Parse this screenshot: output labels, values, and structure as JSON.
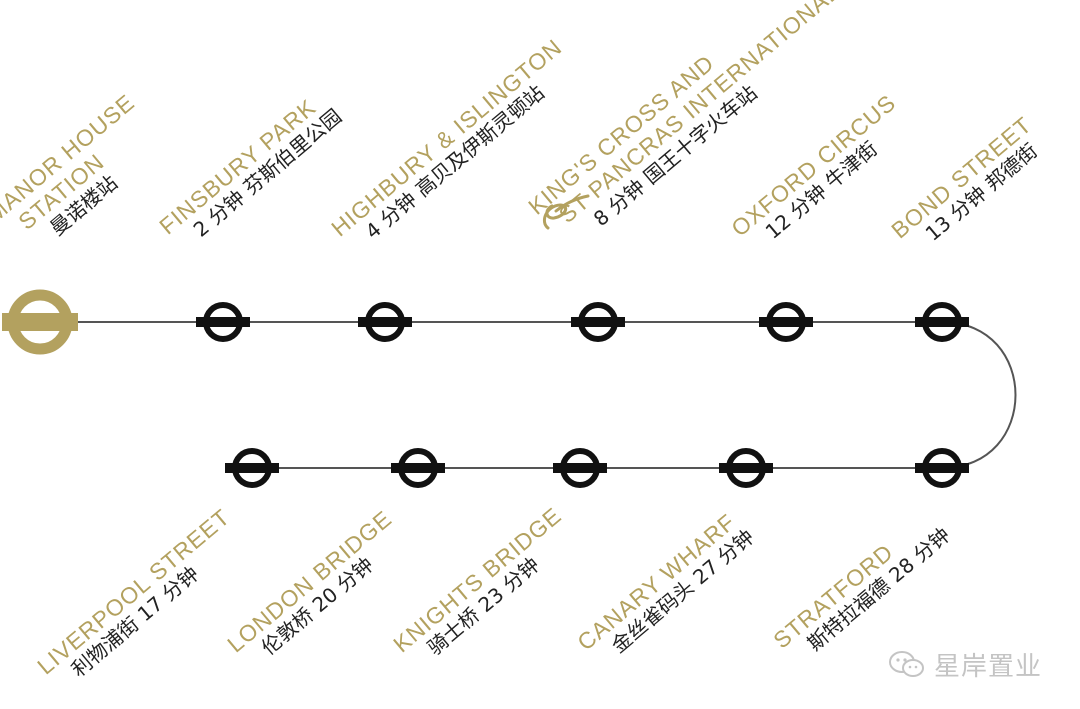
{
  "colors": {
    "gold": "#b3a15f",
    "line": "#555555",
    "station": "#111111",
    "zh_text": "#222222",
    "watermark": "#c4c4c4"
  },
  "origin": {
    "en_line1": "MANOR HOUSE",
    "en_line2": "STATION",
    "zh": "曼诺楼站",
    "icon": "underground-roundel-gold"
  },
  "stations_top": [
    {
      "en": "FINSBURY PARK",
      "zh": "2 分钟 芬斯伯里公园"
    },
    {
      "en": "HIGHBURY & ISLINGTON",
      "zh": "4 分钟 高贝及伊斯灵顿站"
    },
    {
      "en_line1": "KING'S CROSS AND",
      "en_line2": "ST PANCRAS INTERNATIONAL",
      "zh": "8 分钟 国王十字火车站",
      "icon": "eurostar-logo"
    },
    {
      "en": "OXFORD CIRCUS",
      "zh": "12 分钟 牛津街"
    },
    {
      "en": "BOND STREET",
      "zh": "13 分钟 邦德街"
    }
  ],
  "stations_bottom": [
    {
      "en": "LIVERPOOL STREET",
      "zh": "利物浦街 17 分钟"
    },
    {
      "en": "LONDON BRIDGE",
      "zh": "伦敦桥 20 分钟"
    },
    {
      "en": "KNIGHTS BRIDGE",
      "zh": "骑士桥 23 分钟"
    },
    {
      "en": "CANARY WHARF",
      "zh": "金丝雀码头 27 分钟"
    },
    {
      "en": "STRATFORD",
      "zh": "斯特拉福德 28 分钟"
    }
  ],
  "watermark": {
    "text": "星岸置业",
    "icon": "wechat-icon"
  }
}
